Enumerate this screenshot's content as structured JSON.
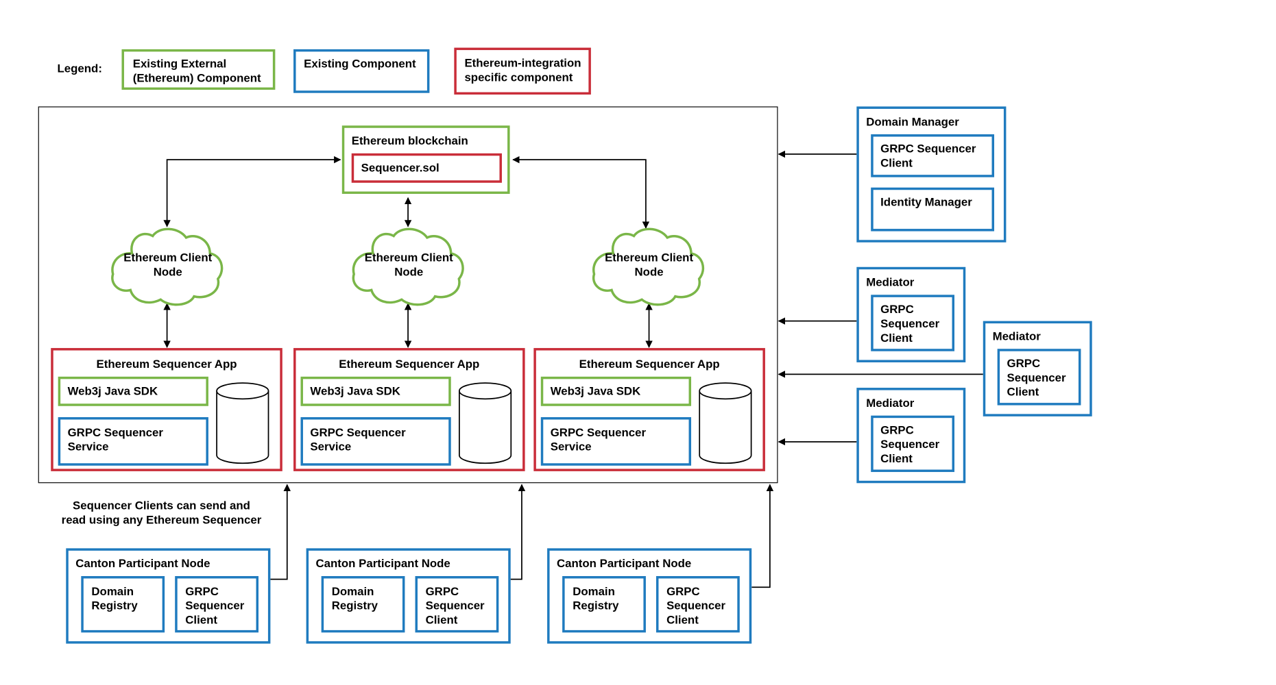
{
  "colors": {
    "external_green": "#7AB648",
    "existing_blue": "#1F7BBF",
    "integration_red": "#C92D39",
    "line_black": "#000000"
  },
  "legend": {
    "label": "Legend:",
    "external": "Existing External\n(Ethereum) Component",
    "existing": "Existing Component",
    "integration": "Ethereum-integration\nspecific component"
  },
  "blockchain": {
    "title": "Ethereum blockchain",
    "contract": "Sequencer.sol"
  },
  "client_nodes": [
    {
      "label": "Ethereum Client\nNode"
    },
    {
      "label": "Ethereum Client\nNode"
    },
    {
      "label": "Ethereum Client\nNode"
    }
  ],
  "sequencer_apps": [
    {
      "title": "Ethereum Sequencer App",
      "sdk": "Web3j Java SDK",
      "service": "GRPC Sequencer\nService"
    },
    {
      "title": "Ethereum Sequencer App",
      "sdk": "Web3j Java SDK",
      "service": "GRPC Sequencer\nService"
    },
    {
      "title": "Ethereum Sequencer App",
      "sdk": "Web3j Java SDK",
      "service": "GRPC Sequencer\nService"
    }
  ],
  "note": "Sequencer Clients can send and\nread using any Ethereum Sequencer",
  "participant_nodes": [
    {
      "title": "Canton Participant Node",
      "registry": "Domain\nRegistry",
      "client": "GRPC\nSequencer\nClient"
    },
    {
      "title": "Canton Participant Node",
      "registry": "Domain\nRegistry",
      "client": "GRPC\nSequencer\nClient"
    },
    {
      "title": "Canton Participant Node",
      "registry": "Domain\nRegistry",
      "client": "GRPC\nSequencer\nClient"
    }
  ],
  "domain_manager": {
    "title": "Domain Manager",
    "client": "GRPC Sequencer\nClient",
    "identity": "Identity Manager"
  },
  "mediators": [
    {
      "title": "Mediator",
      "client": "GRPC\nSequencer\nClient"
    },
    {
      "title": "Mediator",
      "client": "GRPC\nSequencer\nClient"
    },
    {
      "title": "Mediator",
      "client": "GRPC\nSequencer\nClient"
    }
  ]
}
